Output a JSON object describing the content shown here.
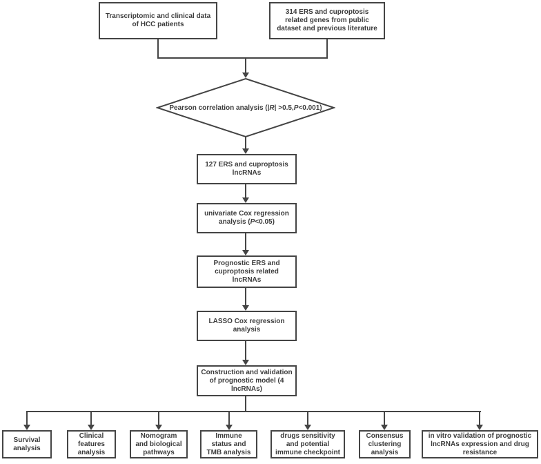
{
  "colors": {
    "line": "#444444",
    "text": "#3c3c3c",
    "background": "#ffffff"
  },
  "nodes": {
    "input_left": {
      "lines": [
        "Transcriptomic and clinical data",
        "of HCC patients"
      ]
    },
    "input_right": {
      "lines": [
        "314 ERS and cuproptosis",
        "related genes from public",
        "dataset and previous literature"
      ]
    },
    "decision": {
      "pre": "Pearson correlation analysis (|",
      "r": "R",
      "mid": "| >0.5,",
      "p": "P",
      "post": "<0.001)"
    },
    "lncrna_127": {
      "lines": [
        "127 ERS and cuproptosis",
        "lncRNAs"
      ]
    },
    "univariate": {
      "line1": "univariate Cox regression",
      "line2_pre": "analysis (",
      "line2_p": "P",
      "line2_post": "<0.05)"
    },
    "prognostic": {
      "lines": [
        "Prognostic ERS and",
        "cuproptosis related",
        "lncRNAs"
      ]
    },
    "lasso": {
      "lines": [
        "LASSO Cox regression",
        "analysis"
      ]
    },
    "construction": {
      "lines": [
        "Construction and validation",
        "of prognostic model (4",
        "lncRNAs)"
      ]
    },
    "outputs": [
      {
        "lines": [
          "Survival",
          "analysis"
        ]
      },
      {
        "lines": [
          "Clinical",
          "features",
          "analysis"
        ]
      },
      {
        "lines": [
          "Nomogram",
          "and biological",
          "pathways"
        ]
      },
      {
        "lines": [
          "Immune",
          "status and",
          "TMB analysis"
        ]
      },
      {
        "lines": [
          "drugs sensitivity",
          "and potential",
          "immune checkpoint"
        ]
      },
      {
        "lines": [
          "Consensus",
          "clustering",
          "analysis"
        ]
      },
      {
        "lines": [
          "in vitro validation of prognostic",
          "lncRNAs expression and drug",
          "resistance"
        ]
      }
    ]
  }
}
